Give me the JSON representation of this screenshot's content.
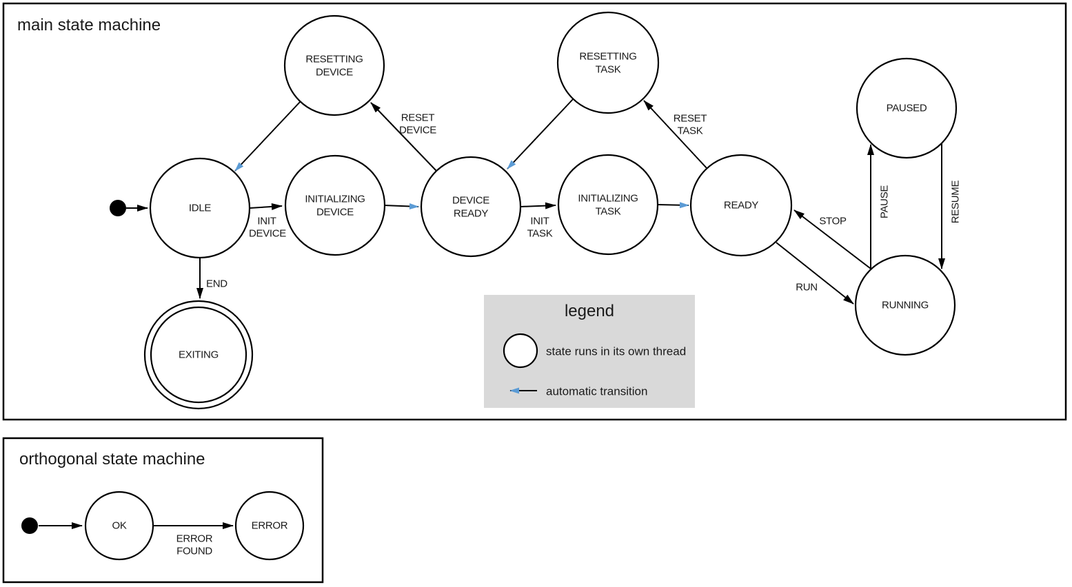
{
  "colors": {
    "threaded_state_fill": "#b4c7e7",
    "plain_state_fill": "#ffffff",
    "automatic_transition": "#5b9bd5",
    "legend_background": "#d9d9d9",
    "line": "#000000"
  },
  "main": {
    "title": "main state machine",
    "states": {
      "idle": {
        "label": [
          "IDLE"
        ],
        "threaded": false
      },
      "resetting_device": {
        "label": [
          "RESETTING",
          "DEVICE"
        ],
        "threaded": true
      },
      "initializing_device": {
        "label": [
          "INITIALIZING",
          "DEVICE"
        ],
        "threaded": true
      },
      "device_ready": {
        "label": [
          "DEVICE",
          "READY"
        ],
        "threaded": false
      },
      "resetting_task": {
        "label": [
          "RESETTING",
          "TASK"
        ],
        "threaded": true
      },
      "initializing_task": {
        "label": [
          "INITIALIZING",
          "TASK"
        ],
        "threaded": true
      },
      "ready": {
        "label": [
          "READY"
        ],
        "threaded": false
      },
      "paused": {
        "label": [
          "PAUSED"
        ],
        "threaded": true
      },
      "running": {
        "label": [
          "RUNNING"
        ],
        "threaded": true
      },
      "exiting": {
        "label": [
          "EXITING"
        ],
        "threaded": true,
        "final": true
      }
    },
    "transitions": {
      "init_device": {
        "label": [
          "INIT",
          "DEVICE"
        ]
      },
      "reset_device": {
        "label": [
          "RESET",
          "DEVICE"
        ]
      },
      "init_task": {
        "label": [
          "INIT",
          "TASK"
        ]
      },
      "reset_task": {
        "label": [
          "RESET",
          "TASK"
        ]
      },
      "stop": {
        "label": [
          "STOP"
        ]
      },
      "run": {
        "label": [
          "RUN"
        ]
      },
      "pause": {
        "label": [
          "PAUSE"
        ]
      },
      "resume": {
        "label": [
          "RESUME"
        ]
      },
      "end": {
        "label": [
          "END"
        ]
      }
    }
  },
  "legend": {
    "title": "legend",
    "items": [
      {
        "symbol": "threaded-state-circle",
        "label": "state runs in its own thread"
      },
      {
        "symbol": "automatic-transition-arrow",
        "label": "automatic transition"
      }
    ]
  },
  "orthogonal": {
    "title": "orthogonal state machine",
    "states": {
      "ok": {
        "label": [
          "OK"
        ]
      },
      "error": {
        "label": [
          "ERROR"
        ]
      }
    },
    "transitions": {
      "error_found": {
        "label": [
          "ERROR",
          "FOUND"
        ]
      }
    }
  }
}
